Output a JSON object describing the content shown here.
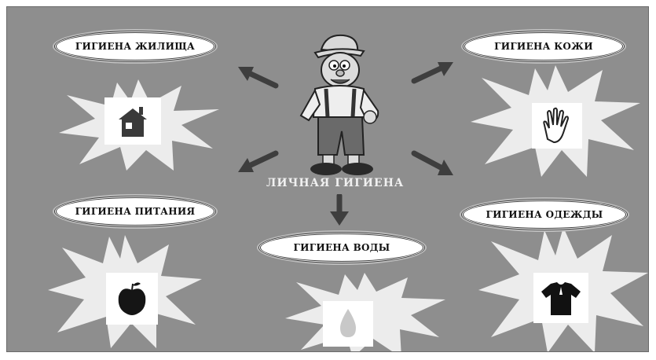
{
  "center": {
    "title": "ЛИЧНАЯ  ГИГИЕНА"
  },
  "topics": [
    {
      "id": "home",
      "label": "ГИГИЕНА ЖИЛИЩА",
      "icon": "house-icon"
    },
    {
      "id": "skin",
      "label": "ГИГИЕНА КОЖИ",
      "icon": "hand-icon"
    },
    {
      "id": "food",
      "label": "ГИГИЕНА ПИТАНИЯ",
      "icon": "apple-icon"
    },
    {
      "id": "water",
      "label": "ГИГИЕНА ВОДЫ",
      "icon": "water-drop-icon"
    },
    {
      "id": "clothes",
      "label": "ГИГИЕНА ОДЕЖДЫ",
      "icon": "tshirt-icon"
    }
  ],
  "colors": {
    "background": "#8e8e8e",
    "burst": "#e9e9e9",
    "arrow": "#3e3e3e"
  }
}
